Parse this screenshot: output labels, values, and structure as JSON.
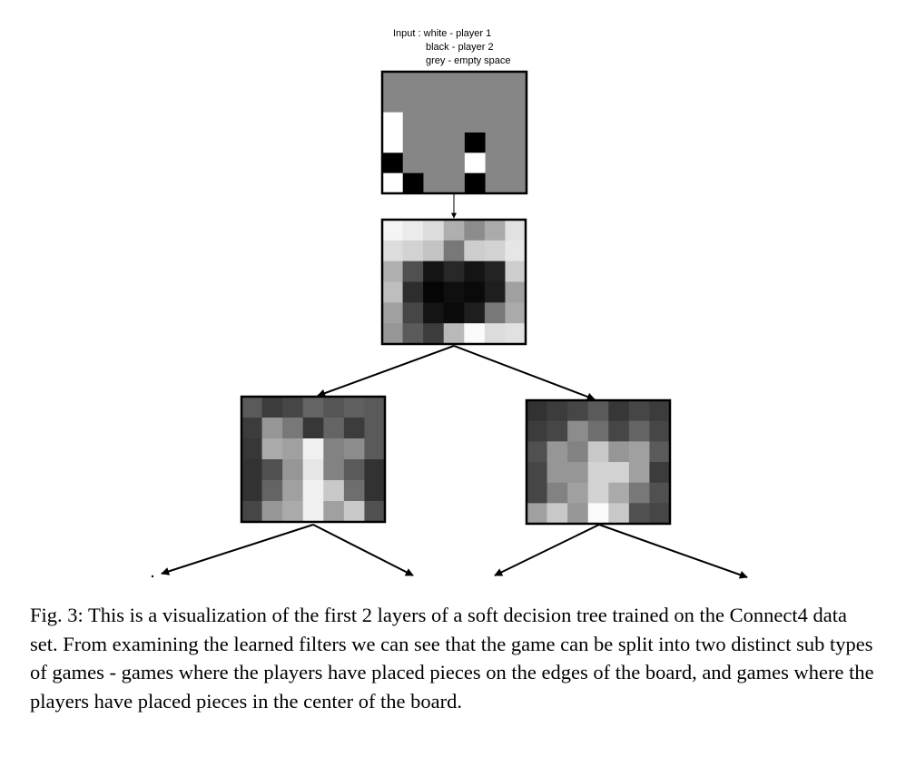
{
  "legend": {
    "line1": "Input : white - player 1",
    "line2": "black - player 2",
    "line3": "grey - empty space"
  },
  "colors": {
    "empty": "#868686",
    "white": "#ffffff",
    "black": "#000000",
    "border": "#000000"
  },
  "input_board": [
    [
      "g",
      "g",
      "g",
      "g",
      "g",
      "g",
      "g"
    ],
    [
      "g",
      "g",
      "g",
      "g",
      "g",
      "g",
      "g"
    ],
    [
      "w",
      "g",
      "g",
      "g",
      "g",
      "g",
      "g"
    ],
    [
      "w",
      "g",
      "g",
      "g",
      "b",
      "g",
      "g"
    ],
    [
      "b",
      "g",
      "g",
      "g",
      "w",
      "g",
      "g"
    ],
    [
      "w",
      "b",
      "g",
      "g",
      "b",
      "g",
      "g"
    ]
  ],
  "filters": {
    "root": [
      [
        245,
        235,
        220,
        175,
        140,
        170,
        225
      ],
      [
        220,
        210,
        195,
        120,
        205,
        210,
        230
      ],
      [
        175,
        80,
        20,
        40,
        20,
        35,
        205
      ],
      [
        190,
        45,
        5,
        15,
        10,
        30,
        160
      ],
      [
        160,
        70,
        20,
        10,
        30,
        120,
        170
      ],
      [
        150,
        90,
        60,
        185,
        250,
        220,
        225
      ]
    ],
    "left": [
      [
        90,
        60,
        70,
        100,
        85,
        95,
        90
      ],
      [
        60,
        150,
        120,
        55,
        100,
        60,
        90
      ],
      [
        55,
        170,
        160,
        240,
        130,
        140,
        90
      ],
      [
        50,
        80,
        150,
        230,
        130,
        90,
        50
      ],
      [
        50,
        100,
        160,
        240,
        200,
        110,
        50
      ],
      [
        70,
        150,
        170,
        240,
        160,
        200,
        80
      ]
    ],
    "right": [
      [
        50,
        60,
        70,
        90,
        55,
        70,
        60
      ],
      [
        60,
        70,
        140,
        110,
        70,
        100,
        70
      ],
      [
        80,
        150,
        130,
        200,
        150,
        160,
        90
      ],
      [
        70,
        150,
        150,
        210,
        210,
        160,
        60
      ],
      [
        70,
        130,
        160,
        210,
        170,
        120,
        80
      ],
      [
        160,
        200,
        150,
        250,
        200,
        80,
        70
      ]
    ]
  },
  "caption": {
    "text": "Fig. 3: This is a visualization of the first 2 layers of a soft decision tree trained on the Connect4 data set. From examining the learned filters we can see that the game can be split into two distinct sub types of games - games where the players have placed pieces on the edges of the board, and games where the players have placed pieces in the center of the board."
  }
}
